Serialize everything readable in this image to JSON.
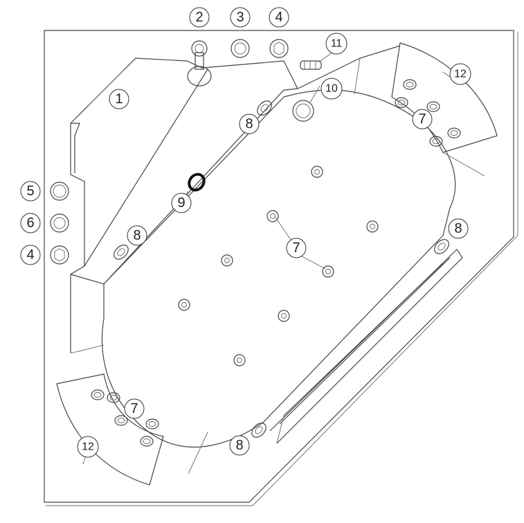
{
  "labels": {
    "l1": "1",
    "l2": "2",
    "l3": "3",
    "l4_top": "4",
    "l4_side": "4",
    "l5": "5",
    "l6": "6",
    "l7_top": "7",
    "l7_center": "7",
    "l7_bottom": "7",
    "l8_upper_left": "8",
    "l8_lower_left": "8",
    "l8_right": "8",
    "l8_bottom": "8",
    "l9": "9",
    "l10": "10",
    "l11": "11",
    "l12_top": "12",
    "l12_bottom": "12"
  }
}
